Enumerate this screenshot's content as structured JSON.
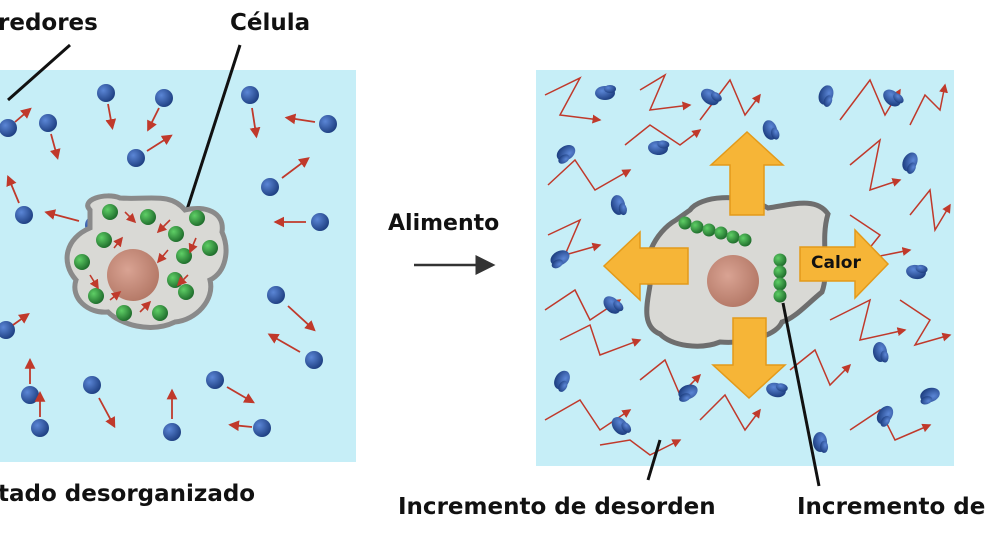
{
  "labels": {
    "surroundings": "redores",
    "cell": "Célula",
    "food": "Alimento",
    "heat": "Calor",
    "disordered_state": "tado desorganizado",
    "increase_disorder": "Incremento de desorden",
    "increase_order": "Incremento de"
  },
  "colors": {
    "background_box": "#c6eef7",
    "molecule": "#2e56a2",
    "cell_body": "#d9d9d5",
    "cell_border": "#8a8a8a",
    "nucleus": "#c98b78",
    "organelle": "#2f8a3a",
    "motion_arrow": "#c0392b",
    "heat_arrow": "#f6b537"
  }
}
